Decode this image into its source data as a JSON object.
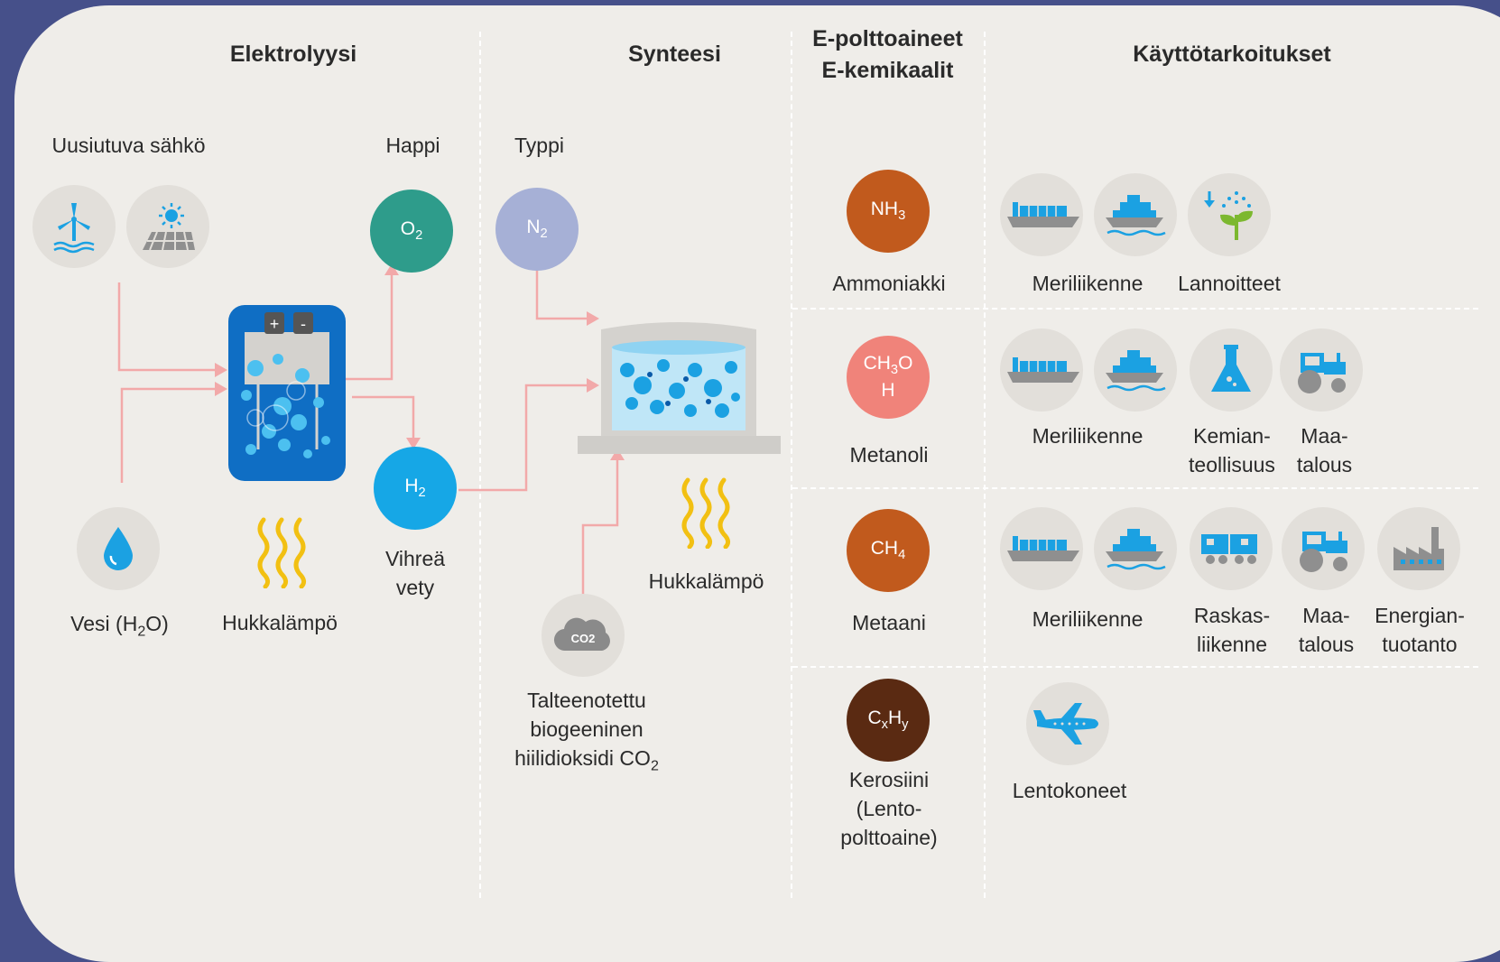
{
  "headers": {
    "electrolysis": "Elektrolyysi",
    "synthesis": "Synteesi",
    "efuels_line1": "E-polttoaineet",
    "efuels_line2": "E-kemikaalit",
    "uses": "Käyttötarkoitukset"
  },
  "labels": {
    "renewable": "Uusiutuva sähkö",
    "oxygen": "Happi",
    "nitrogen": "Typpi",
    "water": "Vesi (H",
    "water_sub": "2",
    "water_end": "O)",
    "waste_heat_1": "Hukkalämpö",
    "green_h_1": "Vihreä",
    "green_h_2": "vety",
    "waste_heat_2": "Hukkalämpö",
    "co2_1": "Talteenotettu",
    "co2_2": "biogeeninen",
    "co2_3": "hiilidioksidi CO",
    "co2_sub": "2"
  },
  "molecules": {
    "o2": "O",
    "o2_sub": "2",
    "n2": "N",
    "n2_sub": "2",
    "h2": "H",
    "h2_sub": "2",
    "co2_cloud": "CO2"
  },
  "products": [
    {
      "formula": "NH",
      "sub": "3",
      "name": "Ammoniakki",
      "color": "#c15a1d"
    },
    {
      "formula": "CH",
      "sub": "3",
      "formula_end": "O",
      "formula_line2": "H",
      "name": "Metanoli",
      "color": "#f0837a"
    },
    {
      "formula": "CH",
      "sub": "4",
      "name": "Metaani",
      "color": "#c15a1d"
    },
    {
      "formula": "C",
      "sub": "x",
      "formula_mid": "H",
      "sub2": "y",
      "name_1": "Kerosiini",
      "name_2": "(Lento-",
      "name_3": "polttoaine)",
      "color": "#5a2a12"
    }
  ],
  "uses": {
    "row1": {
      "shipping": "Meriliikenne",
      "fertilizers": "Lannoitteet"
    },
    "row2": {
      "shipping": "Meriliikenne",
      "chem_1": "Kemian-",
      "chem_2": "teollisuus",
      "agri_1": "Maa-",
      "agri_2": "talous"
    },
    "row3": {
      "shipping": "Meriliikenne",
      "heavy_1": "Raskas-",
      "heavy_2": "liikenne",
      "agri_1": "Maa-",
      "agri_2": "talous",
      "energy_1": "Energian-",
      "energy_2": "tuotanto"
    },
    "row4": {
      "aviation": "Lentokoneet"
    }
  },
  "colors": {
    "background": "#46508a",
    "panel": "#efede9",
    "arrow": "#f2a9a9",
    "oxygen": "#2e9c8b",
    "nitrogen": "#a6b0d6",
    "hydrogen": "#16a7e6",
    "icon_blue": "#1ba1e2",
    "heat": "#f2c012"
  }
}
